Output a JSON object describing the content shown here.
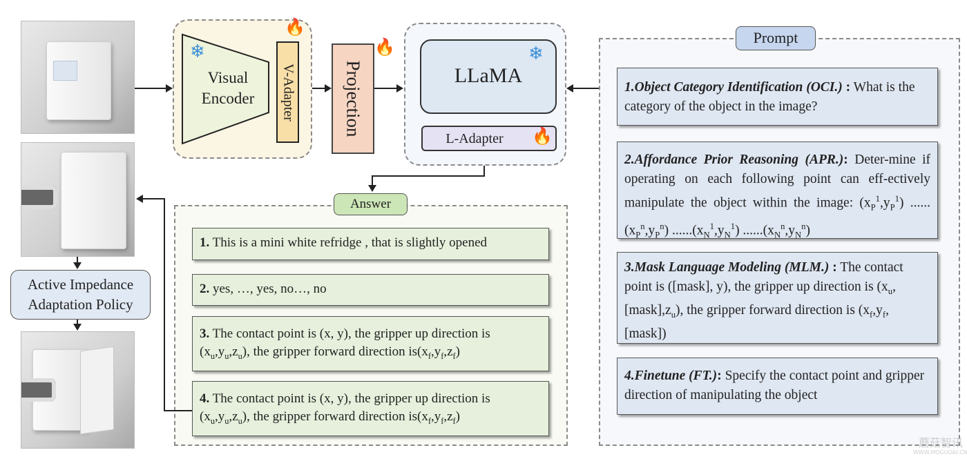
{
  "colors": {
    "encoder_group_bg": "#fbf5e3",
    "encoder_bg": "#eef3dc",
    "v_adapter_bg": "#f8dfa8",
    "projection_bg": "#f6d5c3",
    "llama_bg": "#dde8f3",
    "l_adapter_bg": "#e5e3f3",
    "answer_box_bg": "#e6f0dc",
    "prompt_box_bg": "#dfe7f2",
    "answer_label_bg": "#cde6b8",
    "prompt_label_bg": "#c6d6ee"
  },
  "icons": {
    "frozen": "snowflake-icon",
    "trainable": "flame-icon"
  },
  "modules": {
    "visual_encoder": "Visual\nEncoder",
    "v_adapter": "V-Adapter",
    "projection": "Projection",
    "llama": "LLaMA",
    "l_adapter": "L-Adapter"
  },
  "policy": {
    "line1": "Active Impedance",
    "line2": "Adaptation Policy"
  },
  "answer": {
    "label": "Answer",
    "items": [
      [
        {
          "t": "1.",
          "b": 1
        },
        {
          "t": " This is a mini white refridge , that is slightly opened"
        }
      ],
      [
        {
          "t": "2.",
          "b": 1
        },
        {
          "t": " yes, …, yes, no…, no"
        }
      ],
      [
        {
          "t": "3.",
          "b": 1
        },
        {
          "t": " The contact point is (x, y), the gripper up direction is (x"
        },
        {
          "t": "u",
          "s": "sub"
        },
        {
          "t": ",y"
        },
        {
          "t": "u",
          "s": "sub"
        },
        {
          "t": ",z"
        },
        {
          "t": "u",
          "s": "sub"
        },
        {
          "t": "), the gripper forward direction is(x"
        },
        {
          "t": "f",
          "s": "sub"
        },
        {
          "t": ",y"
        },
        {
          "t": "f",
          "s": "sub"
        },
        {
          "t": ",z"
        },
        {
          "t": "f",
          "s": "sub"
        },
        {
          "t": ")"
        }
      ],
      [
        {
          "t": "4.",
          "b": 1
        },
        {
          "t": " The contact point is (x, y), the gripper up direction is (x"
        },
        {
          "t": "u",
          "s": "sub"
        },
        {
          "t": ",y"
        },
        {
          "t": "u",
          "s": "sub"
        },
        {
          "t": ",z"
        },
        {
          "t": "u",
          "s": "sub"
        },
        {
          "t": "), the gripper forward direction is(x"
        },
        {
          "t": "f",
          "s": "sub"
        },
        {
          "t": ",y"
        },
        {
          "t": "f",
          "s": "sub"
        },
        {
          "t": ",z"
        },
        {
          "t": "f",
          "s": "sub"
        },
        {
          "t": ")"
        }
      ]
    ]
  },
  "prompt": {
    "label": "Prompt",
    "items": [
      [
        {
          "t": "1.Object Category Identification (OCI.)",
          "bi": 1
        },
        {
          "t": " :",
          "b": 1
        },
        {
          "t": " What is the category of the object in the image?"
        }
      ],
      [
        {
          "t": "2.Affordance Prior Reasoning  (APR.)",
          "bi": 1
        },
        {
          "t": ":",
          "b": 1
        },
        {
          "t": " Deter-mine if operating on each following point can eff-ectively manipulate the object within the image: (x"
        },
        {
          "t": "P",
          "s": "sub"
        },
        {
          "t": "1",
          "s": "sup"
        },
        {
          "t": ",y"
        },
        {
          "t": "P",
          "s": "sub"
        },
        {
          "t": "1",
          "s": "sup"
        },
        {
          "t": ") ......(x"
        },
        {
          "t": "P",
          "s": "sub"
        },
        {
          "t": "n",
          "s": "sup"
        },
        {
          "t": ",y"
        },
        {
          "t": "P",
          "s": "sub"
        },
        {
          "t": "n",
          "s": "sup"
        },
        {
          "t": ") ......(x"
        },
        {
          "t": "N",
          "s": "sub"
        },
        {
          "t": "1",
          "s": "sup"
        },
        {
          "t": ",y"
        },
        {
          "t": "N",
          "s": "sub"
        },
        {
          "t": "1",
          "s": "sup"
        },
        {
          "t": ") ......(x"
        },
        {
          "t": "N",
          "s": "sub"
        },
        {
          "t": "n",
          "s": "sup"
        },
        {
          "t": ",y"
        },
        {
          "t": "N",
          "s": "sub"
        },
        {
          "t": "n",
          "s": "sup"
        },
        {
          "t": ")"
        }
      ],
      [
        {
          "t": "3.Mask Language Modeling (MLM.)",
          "bi": 1
        },
        {
          "t": " :",
          "b": 1
        },
        {
          "t": " The contact point is ([mask], y), the gripper up direction is (x"
        },
        {
          "t": "u",
          "s": "sub"
        },
        {
          "t": ",[mask],z"
        },
        {
          "t": "u",
          "s": "sub"
        },
        {
          "t": "), the gripper forward direction is (x"
        },
        {
          "t": "f",
          "s": "sub"
        },
        {
          "t": ",y"
        },
        {
          "t": "f",
          "s": "sub"
        },
        {
          "t": ",[mask])"
        }
      ],
      [
        {
          "t": "4.Finetune (FT.)",
          "bi": 1
        },
        {
          "t": ":",
          "b": 1
        },
        {
          "t": " Specify the contact point and gripper direction of manipulating the object"
        }
      ]
    ]
  },
  "watermark": {
    "cn": "蘑菇智讯",
    "url": "WWW.MOGUOAI.CN"
  }
}
